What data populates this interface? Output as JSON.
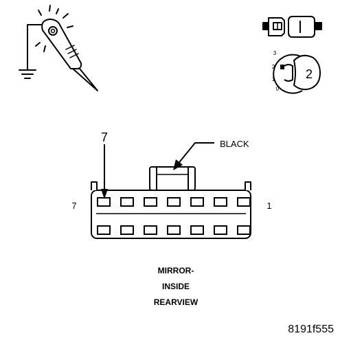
{
  "colors": {
    "ink": "#000000",
    "paper": "#ffffff"
  },
  "icons": {
    "test_light": "test-light-probe-icon",
    "ground": "ground-symbol-icon",
    "connector": "disconnect-connector-icon",
    "ignition": "ignition-switch-icon"
  },
  "ignition": {
    "positions": [
      "3",
      "2",
      "1",
      "0"
    ],
    "key_position": "2"
  },
  "connector": {
    "cavity_count": 7,
    "pointer_cavity": "7",
    "left_pin_label": "7",
    "right_pin_label": "1",
    "color_label": "BLACK"
  },
  "caption": {
    "line1": "MIRROR-",
    "line2": "INSIDE",
    "line3": "REARVIEW"
  },
  "figure_id": "8191f555"
}
